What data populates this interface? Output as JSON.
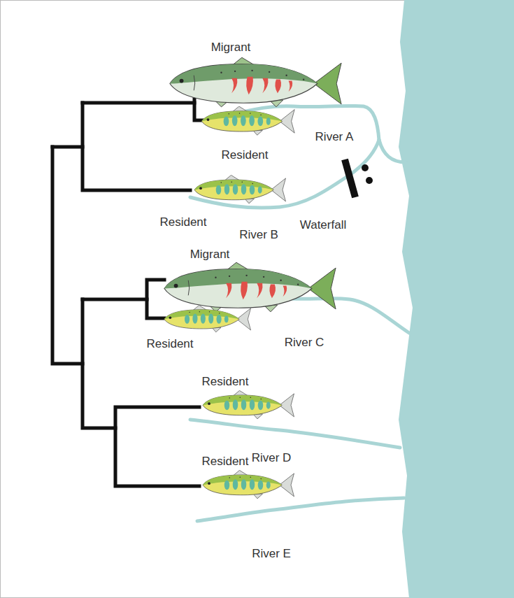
{
  "diagram": {
    "labels": [
      "Migrant",
      "River A",
      "Resident",
      "Resident",
      "River B",
      "Waterfall",
      "Migrant",
      "Resident",
      "River C",
      "Resident",
      "River D",
      "Resident",
      "River E"
    ]
  }
}
